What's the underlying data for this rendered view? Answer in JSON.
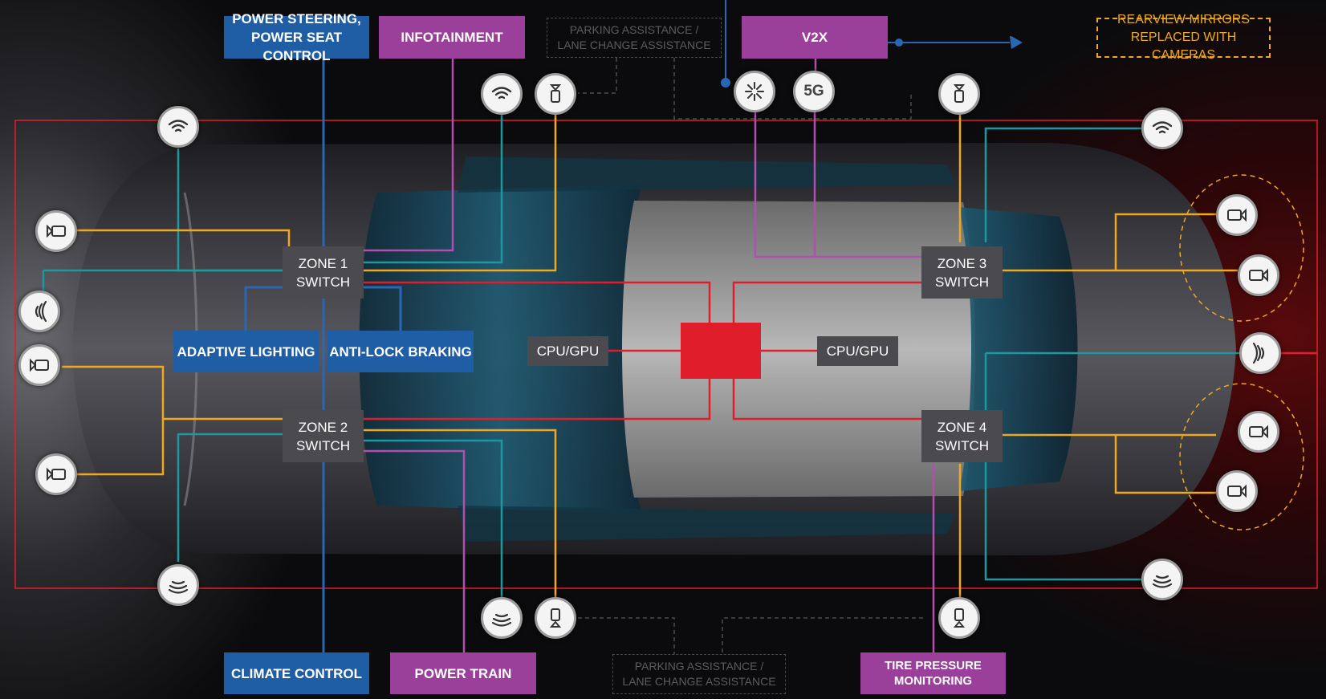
{
  "labels": {
    "power_steering": "POWER STEERING,\nPOWER SEAT CONTROL",
    "infotainment": "INFOTAINMENT",
    "parking_top": "PARKING ASSISTANCE /\nLANE CHANGE ASSISTANCE",
    "v2x": "V2X",
    "rearview": "REARVIEW MIRRORS\nREPLACED WITH CAMERAS",
    "zone1": "ZONE 1\nSWITCH",
    "zone2": "ZONE 2\nSWITCH",
    "zone3": "ZONE 3\nSWITCH",
    "zone4": "ZONE 4\nSWITCH",
    "adaptive_lighting": "ADAPTIVE LIGHTING",
    "anti_lock": "ANTI-LOCK BRAKING",
    "cpu_left": "CPU/GPU",
    "cpu_right": "CPU/GPU",
    "climate": "CLIMATE CONTROL",
    "power_train": "POWER TRAIN",
    "parking_bottom": "PARKING ASSISTANCE /\nLANE CHANGE ASSISTANCE",
    "tire_pressure": "TIRE PRESSURE\nMONITORING"
  },
  "nodes": {
    "fiveg_text": "5G"
  },
  "colors": {
    "ethernet_red": "#e01e2b",
    "amber": "#f0a81e",
    "teal": "#1a9aa0",
    "purple": "#b04fb0",
    "blue": "#2a67b3"
  },
  "icons": [
    "wifi-icon",
    "camera-icon",
    "lidar-icon",
    "radar-icon",
    "ultrasonic-icon",
    "sensor-icon",
    "5g-icon"
  ]
}
